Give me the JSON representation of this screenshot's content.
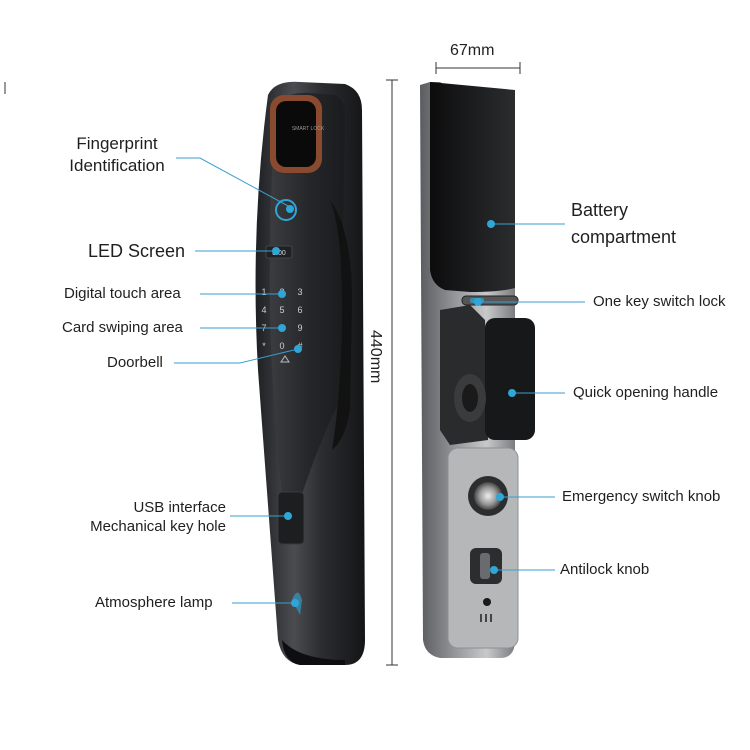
{
  "labels": {
    "fingerprint": "Fingerprint\nIdentification",
    "led_screen": "LED Screen",
    "digital_touch": "Digital touch area",
    "card_swiping": "Card swiping area",
    "doorbell": "Doorbell",
    "usb_keyhole": "USB interface\nMechanical key hole",
    "atmosphere_lamp": "Atmosphere lamp",
    "battery": "Battery\ncompartment",
    "one_key_switch": "One key switch lock",
    "quick_handle": "Quick opening handle",
    "emergency_knob": "Emergency switch knob",
    "antilock_knob": "Antilock knob"
  },
  "dimensions": {
    "width_label": "67mm",
    "height_label": "440mm"
  },
  "device": {
    "brand_text": "SMART LOCK",
    "screen_text": "8:00",
    "keypad": [
      "1",
      "2",
      "3",
      "4",
      "5",
      "6",
      "7",
      "8",
      "9",
      "*",
      "0",
      "#"
    ]
  },
  "colors": {
    "accent": "#2fa6d8",
    "body_dark": "#2a2b2e",
    "body_mid": "#55585c",
    "bronze": "#b07a5a",
    "silver": "#b9b9bb"
  }
}
